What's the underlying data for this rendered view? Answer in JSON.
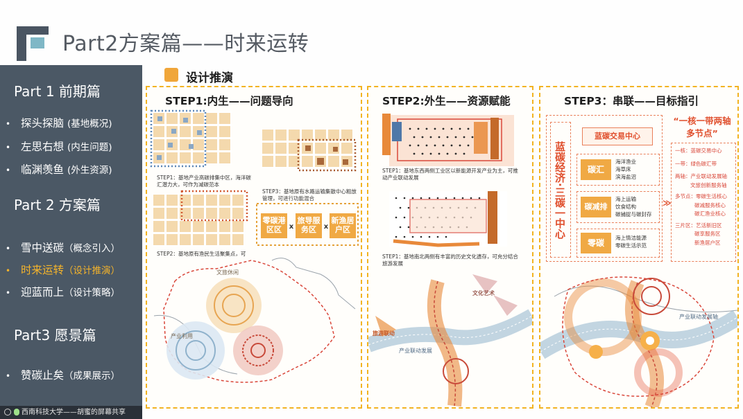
{
  "header": {
    "title": "Part2方案篇——时来运转"
  },
  "sidebar": {
    "sections": [
      {
        "title": "Part 1 前期篇",
        "items": [
          {
            "main": "探头探脑",
            "sub": "(基地概况)"
          },
          {
            "main": "左思右想",
            "sub": "(内生问题)"
          },
          {
            "main": "临渊羡鱼",
            "sub": "(外生资源)"
          }
        ]
      },
      {
        "title": "Part 2 方案篇",
        "items": [
          {
            "main": "雪中送碳",
            "sub": "（概念引入）"
          },
          {
            "main": "时来运转",
            "sub": "（设计推演）"
          },
          {
            "main": "迎蓝而上",
            "sub": "（设计策略）"
          }
        ]
      },
      {
        "title": "Part3 愿景篇",
        "items": [
          {
            "main": "赞碳止矣",
            "sub": "（成果展示）"
          }
        ]
      }
    ],
    "active_item": "时来运转"
  },
  "share_bar": {
    "text": "西南科技大学——胡蜜的屏幕共享"
  },
  "section": {
    "title": "设计推演"
  },
  "steps": [
    {
      "title": "STEP1:内生——问题导向",
      "captions": [
        "STEP1：基地产业高碳排集中区，海洋碳汇潜力大，可作为减碳范本",
        "STEP3：基地原有水路运输集散中心粗放管理，可进行功能混合",
        "STEP2：基地原有渔民生活聚集点，可"
      ],
      "zones": [
        "零碳港区区",
        "旅导服务区",
        "新渔居户区"
      ],
      "map_labels": [
        "文旅休闲",
        "产业利用"
      ]
    },
    {
      "title": "STEP2:外生——资源赋能",
      "captions": [
        "STEP1：基地东西两侧工业区以新能源开发产业为主，可推动产业联动发展",
        "STEP1：基地南北两侧有丰富的历史文化遗存，可充分结合旅游发展"
      ],
      "map_labels": [
        "文化艺术",
        "产业联动发展",
        "旅游联动"
      ]
    },
    {
      "title": "STEP3：串联——目标指引",
      "vertical_slogan": "蓝碳经济·三碳一中心",
      "center_box": "蓝碳交易中心",
      "rows": [
        {
          "badge": "碳汇",
          "lines": [
            "海洋渔业",
            "海草床",
            "滨海盐沼"
          ]
        },
        {
          "badge": "碳减排",
          "lines": [
            "海上运输",
            "饮食结构",
            "碳捕捉与碳封存"
          ]
        },
        {
          "badge": "零碳",
          "lines": [
            "海上情洁能源",
            "零碳生活示范"
          ]
        }
      ],
      "heading": "“一核一带两轴多节点”",
      "right_list": [
        "一核：蓝碳交易中心",
        "一带：绿色碳汇带",
        "两轴：产业联动发展轴",
        "文旅创新服务轴",
        "多节点：零碳生活核心",
        "碳减服务核心",
        "碳汇渔业核心",
        "三片区：艺活新旧区",
        "碳享服务区",
        "新渔居户区"
      ],
      "map_labels": [
        "产业联动发展轴"
      ]
    }
  ],
  "colors": {
    "sidebar_bg": "#4b5865",
    "active": "#f5b42b",
    "dash_border": "#f2b321",
    "orange": "#e8893a",
    "red_dash": "#d9473a",
    "blue_band": "#8fb2cc"
  }
}
